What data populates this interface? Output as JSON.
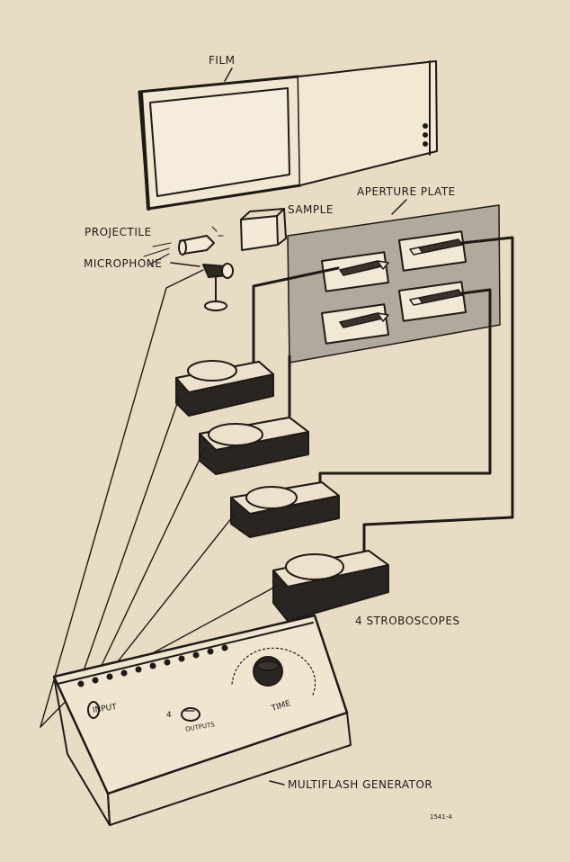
{
  "labels": {
    "film": "FILM",
    "aperture_plate": "APERTURE PLATE",
    "sample": "SAMPLE",
    "projectile": "PROJECTILE",
    "microphone": "MICROPHONE",
    "stroboscopes": "4 STROBOSCOPES",
    "multiflash_generator": "MULTIFLASH GENERATOR",
    "input": "INPUT",
    "outputs_count": "4",
    "outputs": "OUTPUTS",
    "time": "TIME",
    "figure_number": "1541-4"
  },
  "colors": {
    "background": "#e9dcc4",
    "ink": "#1f1a16",
    "aperture_plate_fill": "#b1a99b",
    "strobe_base": "#2b2522"
  }
}
